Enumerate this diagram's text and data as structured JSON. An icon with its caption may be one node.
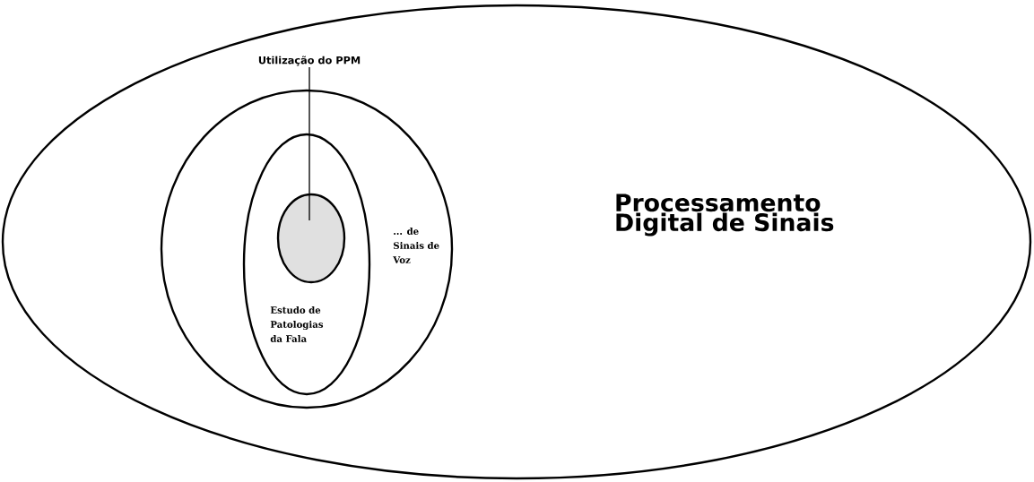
{
  "diagram": {
    "nodes": [
      {
        "text": [
          "Processamento Digital de Sinais"
        ]
      },
      {
        "text": [
          "... de Sinais de Voz"
        ],
        "in": 0
      },
      {
        "text": [
          "Estudo de Patologias da Fala"
        ],
        "in": 1
      },
      {
        "text": [
          "Utilização do PPM"
        ],
        "in": 0
      },
      {
        "text": [],
        "shape": "circle",
        "in": 2
      }
    ],
    "edges": [
      {
        "from": 3,
        "to": 4,
        "arrow": "none"
      }
    ]
  }
}
